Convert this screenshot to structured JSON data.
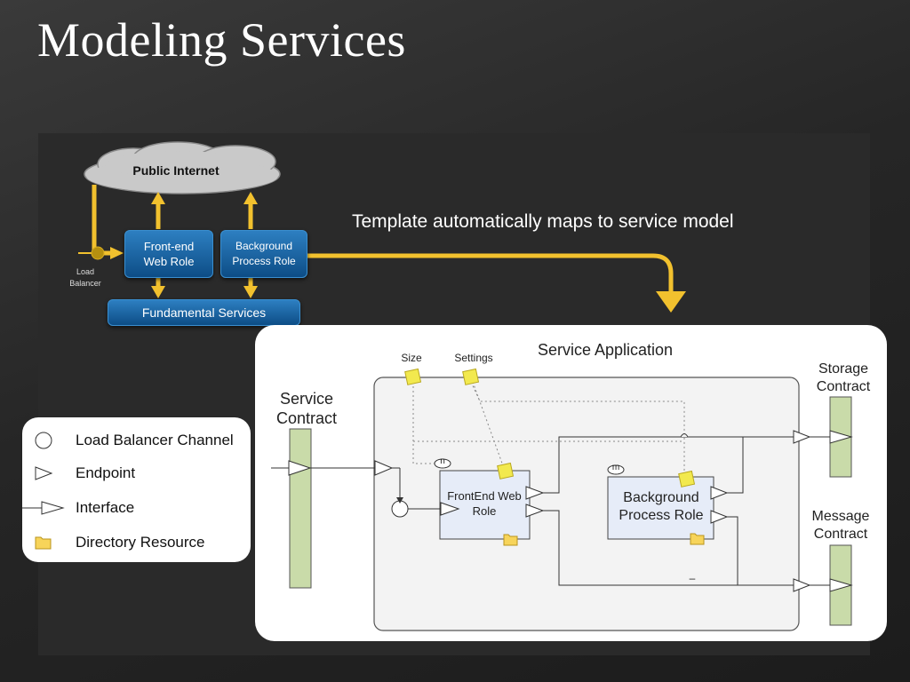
{
  "title": "Modeling Services",
  "caption": "Template automatically maps to service model",
  "top_diagram": {
    "cloud_label": "Public Internet",
    "frontend_role": "Front-end Web Role",
    "background_role": "Background Process Role",
    "fundamental_services": "Fundamental Services",
    "load_balancer_label": "Load Balancer"
  },
  "service_app": {
    "title": "Service Application",
    "service_contract": "Service Contract",
    "storage_contract": "Storage Contract",
    "message_contract": "Message Contract",
    "frontend_role": "FrontEnd Web Role",
    "background_role": "Background Process Role",
    "size_label": "Size",
    "settings_label": "Settings",
    "n_label": "n",
    "m_label": "m",
    "dash": "–"
  },
  "legend": {
    "items": [
      {
        "label": "Load Balancer Channel",
        "icon": "circle-icon"
      },
      {
        "label": "Endpoint",
        "icon": "triangle-icon"
      },
      {
        "label": "Interface",
        "icon": "interface-icon"
      },
      {
        "label": "Directory Resource",
        "icon": "folder-icon"
      }
    ]
  },
  "colors": {
    "arrow_yellow": "#f2c12e",
    "role_blue": "#1f6aa8",
    "contract_green": "#c9dba9",
    "role_fill": "#e6ecf8"
  }
}
